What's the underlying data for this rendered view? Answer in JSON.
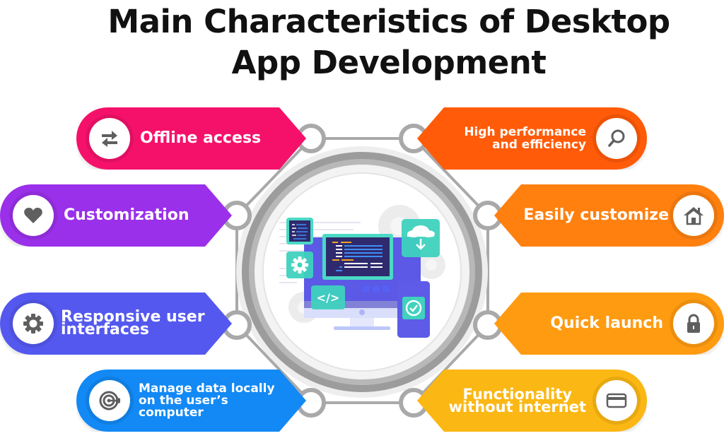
{
  "title": {
    "line1": "Main Characteristics of Desktop",
    "line2": "App Development"
  },
  "colors": {
    "offline": "#f5116a",
    "customization": "#9a30ea",
    "responsive": "#5458ef",
    "manage_data": "#1289f5",
    "high_performance": "#ff5b08",
    "easily_customize": "#ff800f",
    "quick_launch": "#ff9b10",
    "functionality": "#fbb713",
    "ring_gray": "#a5a5a5",
    "icon_gray": "#5f5f5f"
  },
  "left_items": [
    {
      "label_lines": [
        "Offline access"
      ],
      "icon": "arrows-exchange-icon"
    },
    {
      "label_lines": [
        "Customization"
      ],
      "icon": "heart-icon"
    },
    {
      "label_lines": [
        "Responsive user",
        "interfaces"
      ],
      "icon": "gear-icon"
    },
    {
      "label_lines": [
        "Manage data locally",
        "on the user’s",
        "computer"
      ],
      "icon": "target-icon"
    }
  ],
  "right_items": [
    {
      "label_lines": [
        "High performance",
        "and efficiency"
      ],
      "icon": "magnifier-icon"
    },
    {
      "label_lines": [
        "Easily customize"
      ],
      "icon": "house-icon"
    },
    {
      "label_lines": [
        "Quick launch"
      ],
      "icon": "padlock-icon"
    },
    {
      "label_lines": [
        "Functionality",
        "without internet"
      ],
      "icon": "credit-card-icon"
    }
  ],
  "center": {
    "illustration": "desktop-monitor-with-code-and-phone",
    "code_tag": "</>"
  }
}
